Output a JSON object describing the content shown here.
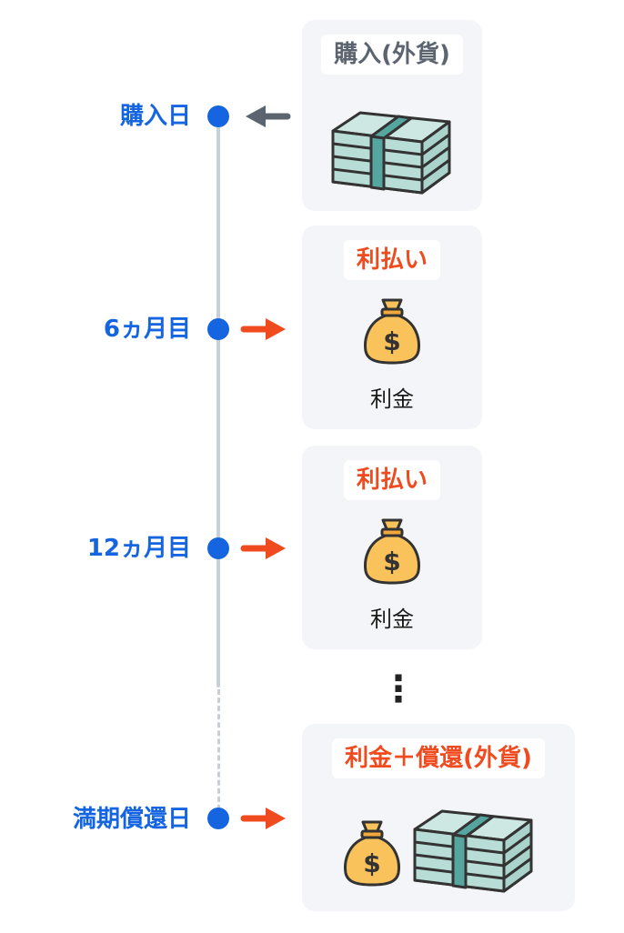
{
  "timeline": [
    {
      "label": "購入日",
      "arrow": "left",
      "color": "#5c6470"
    },
    {
      "label": "6ヵ月目",
      "arrow": "right",
      "color": "#f04a1f"
    },
    {
      "label": "12ヵ月目",
      "arrow": "right",
      "color": "#f04a1f"
    },
    {
      "label": "満期償還日",
      "arrow": "right",
      "color": "#f04a1f"
    }
  ],
  "cards": {
    "purchase": {
      "badge": "購入(外貨)",
      "icon": "banknote-stack-icon"
    },
    "interest1": {
      "badge": "利払い",
      "icon": "money-bag-icon",
      "caption": "利金"
    },
    "interest2": {
      "badge": "利払い",
      "icon": "money-bag-icon",
      "caption": "利金"
    },
    "maturity": {
      "badge": "利金＋償還(外貨)",
      "icons": [
        "money-bag-icon",
        "banknote-stack-icon"
      ]
    }
  },
  "ellipsis": "⋮",
  "colors": {
    "timeline_blue": "#1565e0",
    "accent_red": "#f04a1f",
    "gray": "#5c6470",
    "card_bg": "#f4f5f8",
    "bag": "#f9c25a",
    "banknote": "#cde8e3",
    "band": "#56a6a0"
  }
}
